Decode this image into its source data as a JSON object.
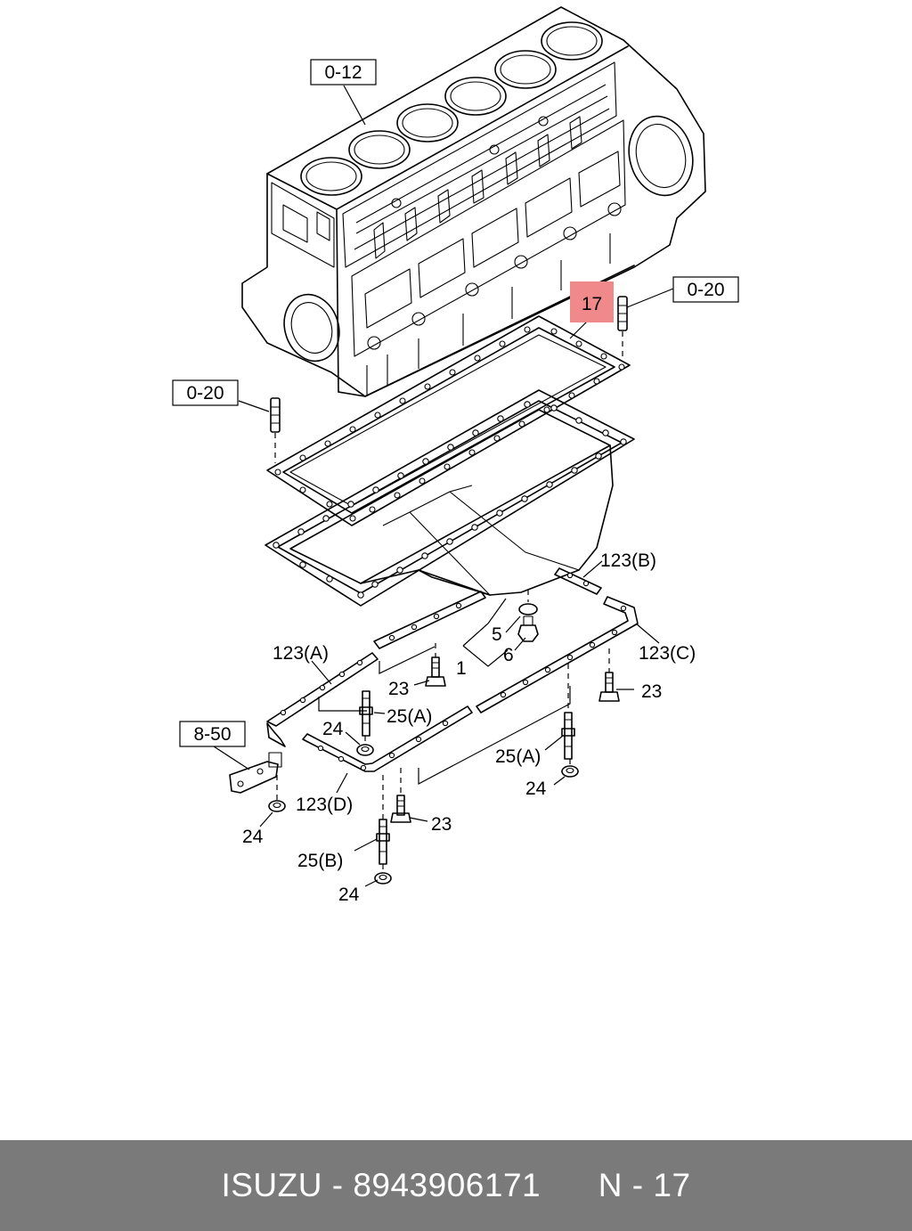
{
  "footer": {
    "brand": "ISUZU",
    "separator": " - ",
    "part_number": "8943906171",
    "section": "N - 17"
  },
  "highlight_color": "#f08a8a",
  "callouts": {
    "ref_block": "0-12",
    "ref_dowel_right": "0-20",
    "ref_dowel_left": "0-20",
    "ref_bracket": "8-50",
    "gasket": "17",
    "pan": "1",
    "oring": "5",
    "plug": "6",
    "rail_a": "123(A)",
    "rail_b": "123(B)",
    "rail_c": "123(C)",
    "rail_d": "123(D)",
    "bolt_1": "23",
    "bolt_2": "23",
    "bolt_3": "23",
    "stud_a1": "25(A)",
    "stud_a2": "25(A)",
    "stud_b": "25(B)",
    "nut_1": "24",
    "nut_2": "24",
    "nut_3": "24",
    "nut_4": "24"
  }
}
